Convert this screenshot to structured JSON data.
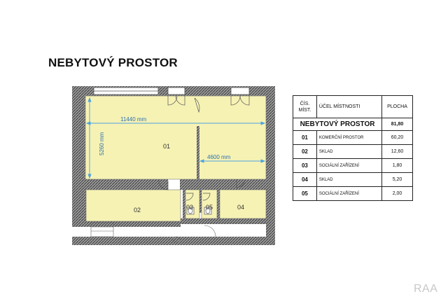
{
  "title": "NEBYTOVÝ PROSTOR",
  "plan": {
    "dimensions": [
      "11440 mm",
      "5260 mm",
      "4600 mm"
    ],
    "room_labels": [
      "01",
      "02",
      "03",
      "05",
      "04"
    ],
    "colors": {
      "floor": "#f6f2b4",
      "wall": "#8a8a8a",
      "dimension": "#4da3e0"
    }
  },
  "table": {
    "headers": {
      "number": "ČÍS. MÍST.",
      "purpose": "ÚČEL MÍSTNOSTI",
      "area": "PLOCHA"
    },
    "total": {
      "label": "NEBYTOVÝ PROSTOR",
      "area": "81,80"
    },
    "rows": [
      {
        "number": "01",
        "purpose": "KOMERČNÍ PROSTOR",
        "area": "60,20"
      },
      {
        "number": "02",
        "purpose": "SKLAD",
        "area": "12,60"
      },
      {
        "number": "03",
        "purpose": "SOCIÁLNÍ ZAŘÍZENÍ",
        "area": "1,80"
      },
      {
        "number": "04",
        "purpose": "SKLAD",
        "area": "5,20"
      },
      {
        "number": "05",
        "purpose": "SOCIÁLNÍ ZAŘÍZENÍ",
        "area": "2,00"
      }
    ]
  },
  "watermark": "RAA"
}
